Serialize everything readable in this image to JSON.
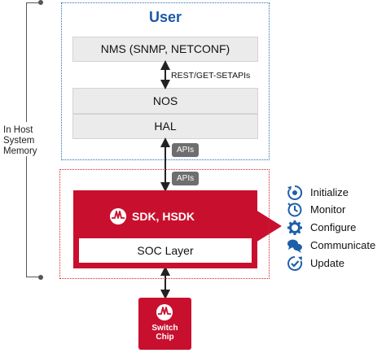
{
  "host_memory": {
    "label": "In Host System Memory"
  },
  "user": {
    "title": "User",
    "nms_label": "NMS (SNMP, NETCONF)",
    "rest_label": "REST/GET-SETAPIs",
    "nos_label": "NOS",
    "hal_label": "HAL"
  },
  "links": {
    "apis_upper": "APIs",
    "apis_lower": "APIs"
  },
  "sdk": {
    "title": "SDK, HSDK",
    "soc_label": "SOC Layer"
  },
  "chip": {
    "line1": "Switch",
    "line2": "Chip"
  },
  "functions": [
    {
      "label": "Initialize",
      "icon": "initialize-icon"
    },
    {
      "label": "Monitor",
      "icon": "monitor-icon"
    },
    {
      "label": "Configure",
      "icon": "configure-icon"
    },
    {
      "label": "Communicate",
      "icon": "communicate-icon"
    },
    {
      "label": "Update",
      "icon": "update-icon"
    }
  ],
  "colors": {
    "brand_red": "#c8102e",
    "user_blue": "#1a5aa6",
    "icon_blue": "#1f5fa8",
    "gray_box": "#ebebeb",
    "badge_gray": "#6e6e6e"
  }
}
